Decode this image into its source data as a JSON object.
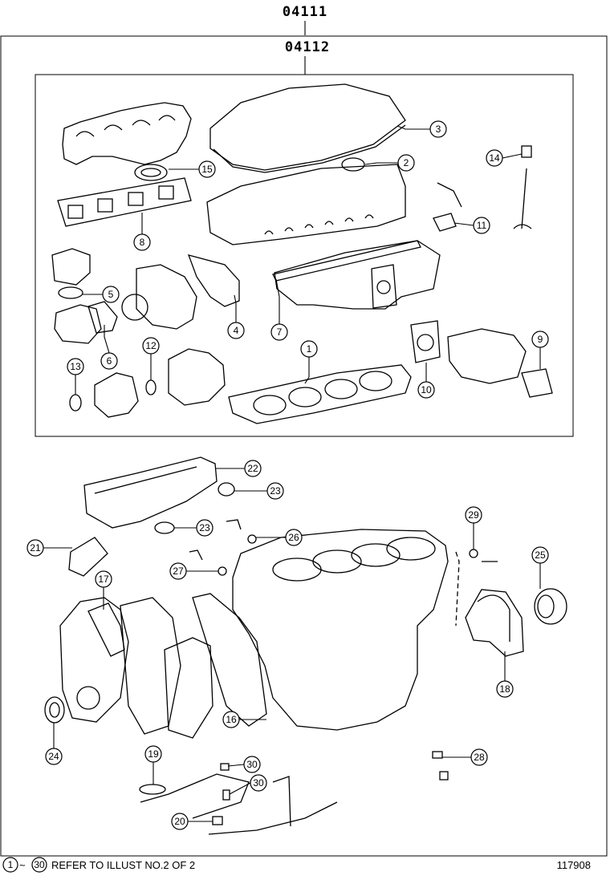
{
  "header": {
    "top_code": "04111",
    "kit_code": "04112"
  },
  "callouts": [
    {
      "id": "c1",
      "label": "1"
    },
    {
      "id": "c2",
      "label": "2"
    },
    {
      "id": "c3",
      "label": "3"
    },
    {
      "id": "c4",
      "label": "4"
    },
    {
      "id": "c5",
      "label": "5"
    },
    {
      "id": "c6",
      "label": "6"
    },
    {
      "id": "c7",
      "label": "7"
    },
    {
      "id": "c8",
      "label": "8"
    },
    {
      "id": "c9",
      "label": "9"
    },
    {
      "id": "c10",
      "label": "10"
    },
    {
      "id": "c11",
      "label": "11"
    },
    {
      "id": "c12",
      "label": "12"
    },
    {
      "id": "c13",
      "label": "13"
    },
    {
      "id": "c14",
      "label": "14"
    },
    {
      "id": "c15",
      "label": "15"
    },
    {
      "id": "c16",
      "label": "16"
    },
    {
      "id": "c17",
      "label": "17"
    },
    {
      "id": "c18",
      "label": "18"
    },
    {
      "id": "c19",
      "label": "19"
    },
    {
      "id": "c20",
      "label": "20"
    },
    {
      "id": "c21",
      "label": "21"
    },
    {
      "id": "c22",
      "label": "22"
    },
    {
      "id": "c23a",
      "label": "23"
    },
    {
      "id": "c23b",
      "label": "23"
    },
    {
      "id": "c24",
      "label": "24"
    },
    {
      "id": "c25",
      "label": "25"
    },
    {
      "id": "c26",
      "label": "26"
    },
    {
      "id": "c27",
      "label": "27"
    },
    {
      "id": "c28",
      "label": "28"
    },
    {
      "id": "c29",
      "label": "29"
    },
    {
      "id": "c30a",
      "label": "30"
    },
    {
      "id": "c30b",
      "label": "30"
    }
  ],
  "footer": {
    "range_start": "1",
    "tilde": "~",
    "range_end": "30",
    "note": "REFER TO ILLUST NO.2 OF 2",
    "illustration_id": "117908"
  }
}
